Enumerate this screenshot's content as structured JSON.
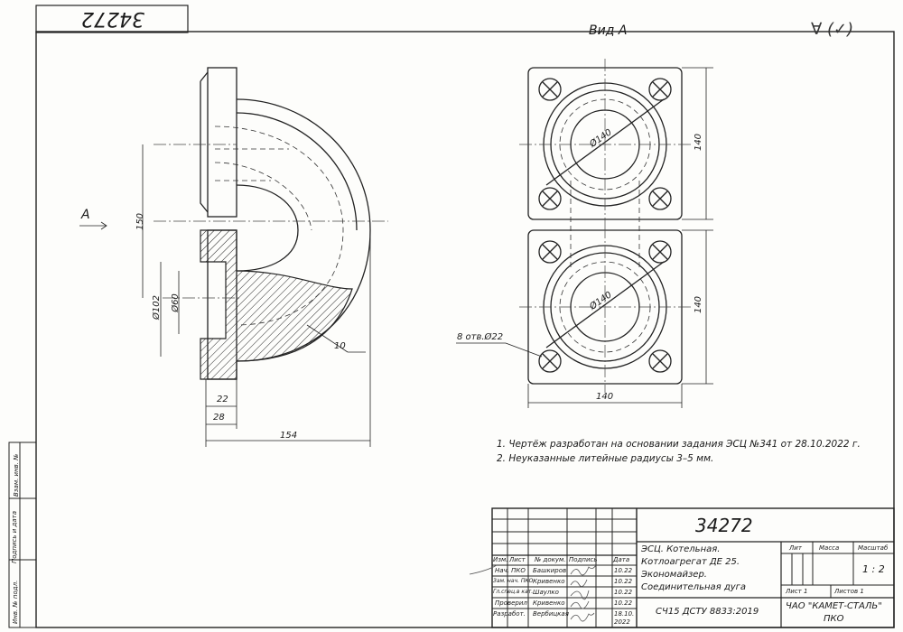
{
  "drawing_number": "34272",
  "view_label": "Вид А",
  "roughness_mark": "∀ (✓)",
  "arrow_label": "A",
  "dimensions": {
    "d150": "150",
    "d102": "Ø102",
    "d60": "Ø60",
    "d22": "22",
    "d28": "28",
    "d154": "154",
    "r10": "10",
    "dia140_top": "Ø140",
    "dia140_bottom": "Ø140",
    "h140_top": "140",
    "h140_bottom": "140",
    "w140": "140",
    "holes": "8 отв.Ø22"
  },
  "notes": [
    "1. Чертёж разработан на основании задания ЭСЦ №341 от 28.10.2022 г.",
    "2. Неуказанные литейные радиусы 3–5 мм."
  ],
  "title_block": {
    "number": "34272",
    "description_lines": [
      "ЭСЦ. Котельная.",
      "Котлоагрегат ДЕ 25.",
      "Экономайзер.",
      "Соединительная дуга"
    ],
    "material": "СЧ15  ДСТУ 8833:2019",
    "company_lines": [
      "ЧАО \"КАМЕТ-СТАЛЬ\"",
      "ПКО"
    ],
    "col_headers": [
      "Изм.",
      "Лист",
      "№ докум.",
      "Подпись",
      "Дата"
    ],
    "rows": [
      {
        "role": "Нач. ПКО",
        "name": "Башкиров",
        "date": "10.22"
      },
      {
        "role": "Зам. нач. ПКО",
        "name": "Кривенко",
        "date": "10.22"
      },
      {
        "role": "Гл.спец.в кат.",
        "name": "Шаулко",
        "date": "10.22"
      },
      {
        "role": "Проверил",
        "name": "Кривенко",
        "date": "10.22"
      },
      {
        "role": "Разработ.",
        "name": "Вербицкая",
        "date": "18.10. 2022"
      }
    ],
    "lit_label": "Лит",
    "mass_label": "Масса",
    "scale_label": "Масштаб",
    "scale_value": "1 : 2",
    "sheet_label": "Лист 1",
    "sheets_label": "Листов 1"
  },
  "side_stamp": [
    "Инв. № подл.",
    "Подпись и дата",
    "Взам. инв. №"
  ]
}
